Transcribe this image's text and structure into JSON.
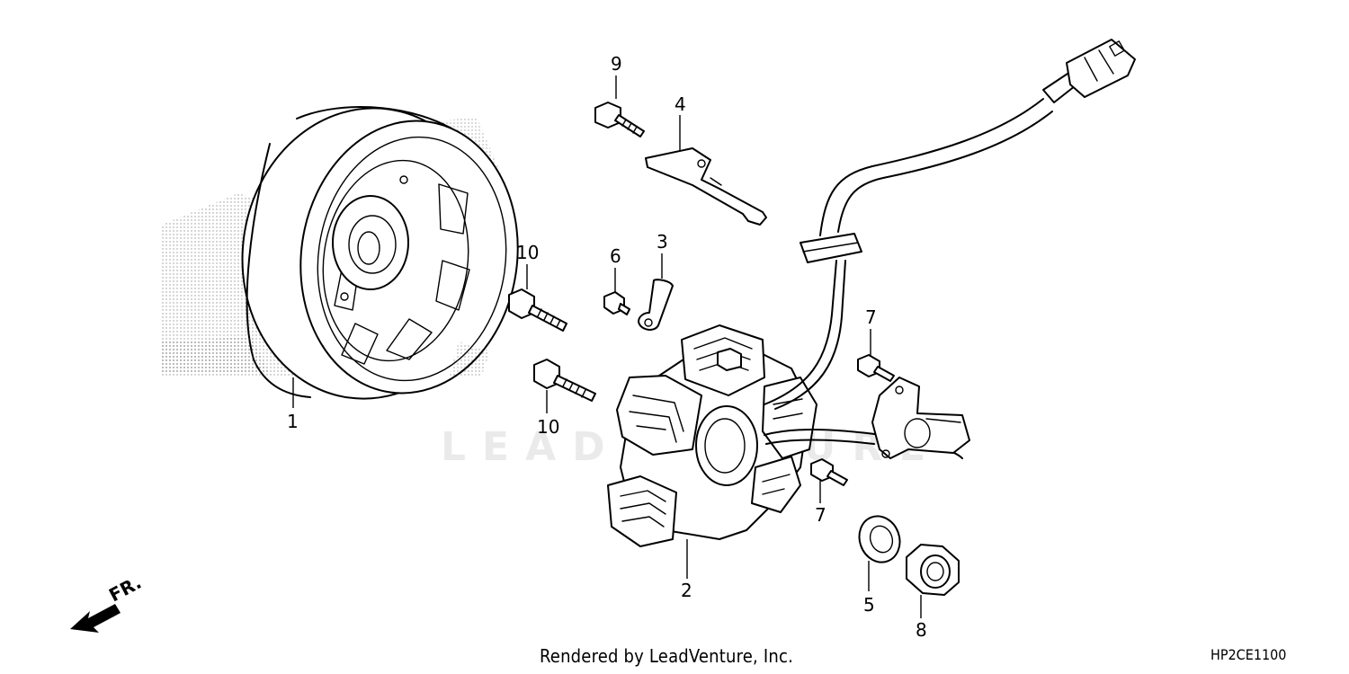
{
  "diagram": {
    "callouts": {
      "c1": "1",
      "c2": "2",
      "c3": "3",
      "c4": "4",
      "c5": "5",
      "c6": "6",
      "c7a": "7",
      "c7b": "7",
      "c8": "8",
      "c9": "9",
      "c10a": "10",
      "c10b": "10"
    },
    "direction_label": "FR.",
    "watermark": "LEADVENTURE"
  },
  "footer": {
    "credit": "Rendered by LeadVenture, Inc.",
    "diagram_code": "HP2CE1100"
  },
  "colors": {
    "ink": "#000000",
    "background": "#ffffff"
  }
}
